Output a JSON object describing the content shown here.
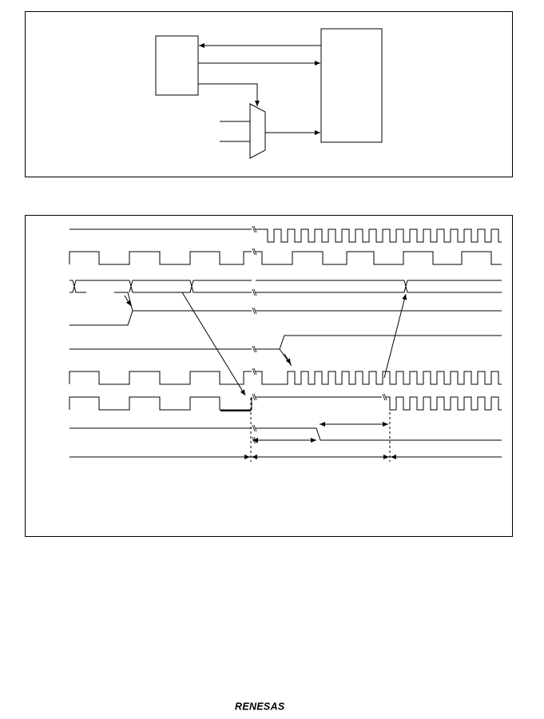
{
  "page": {
    "logo_text": "RENESAS"
  },
  "block_diagram": {
    "blocks": [
      {
        "id": "block-small",
        "label": ""
      },
      {
        "id": "block-large",
        "label": ""
      },
      {
        "id": "multiplexer",
        "label": ""
      }
    ]
  },
  "timing_diagram": {
    "signals": [
      {
        "id": "signal-1"
      },
      {
        "id": "signal-2"
      },
      {
        "id": "signal-3"
      },
      {
        "id": "signal-4"
      },
      {
        "id": "signal-5"
      },
      {
        "id": "signal-6"
      },
      {
        "id": "signal-7"
      },
      {
        "id": "signal-8"
      },
      {
        "id": "signal-9"
      }
    ]
  }
}
